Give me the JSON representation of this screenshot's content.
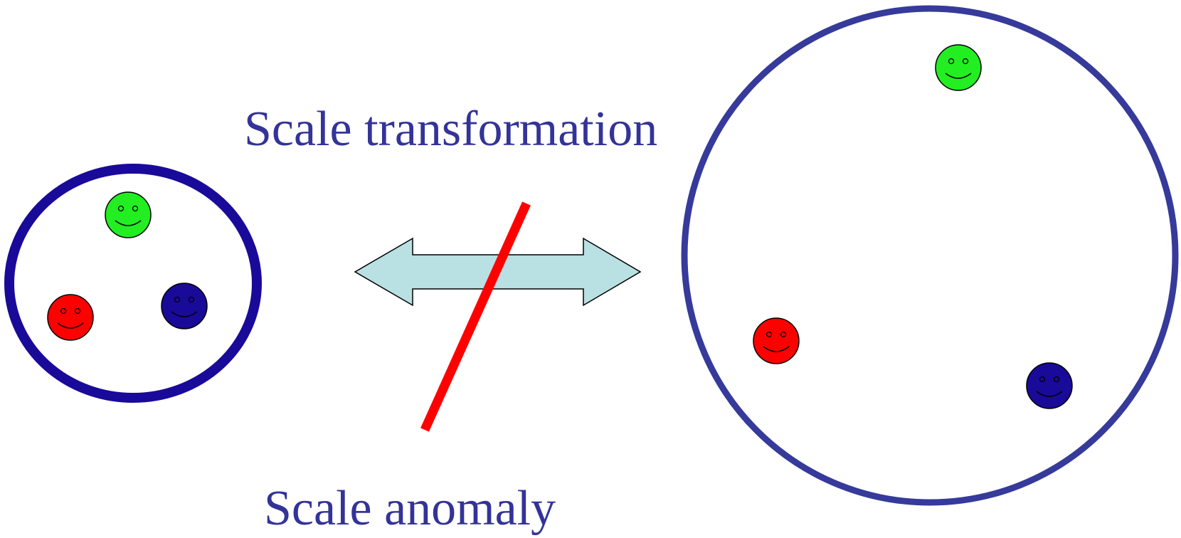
{
  "title": "Scale transformation",
  "caption": "Scale anomaly",
  "colors": {
    "text": "#333399",
    "small_group_outline": "#1a0a99",
    "large_group_outline": "#363a9a",
    "arrow_fill": "#b9e0e3",
    "arrow_stroke": "#000000",
    "strike": "#ff0000",
    "face_green": "#22ee22",
    "face_red": "#ff0000",
    "face_blue": "#1a0a99"
  },
  "groups": [
    {
      "label": "small-group",
      "faces": [
        {
          "name": "green-face",
          "color": "green"
        },
        {
          "name": "red-face",
          "color": "red"
        },
        {
          "name": "blue-face",
          "color": "blue"
        }
      ]
    },
    {
      "label": "large-group",
      "faces": [
        {
          "name": "green-face",
          "color": "green"
        },
        {
          "name": "red-face",
          "color": "red"
        },
        {
          "name": "blue-face",
          "color": "blue"
        }
      ]
    }
  ],
  "arrow_icon": "double-arrow-icon",
  "strike_icon": "strike-line-icon"
}
